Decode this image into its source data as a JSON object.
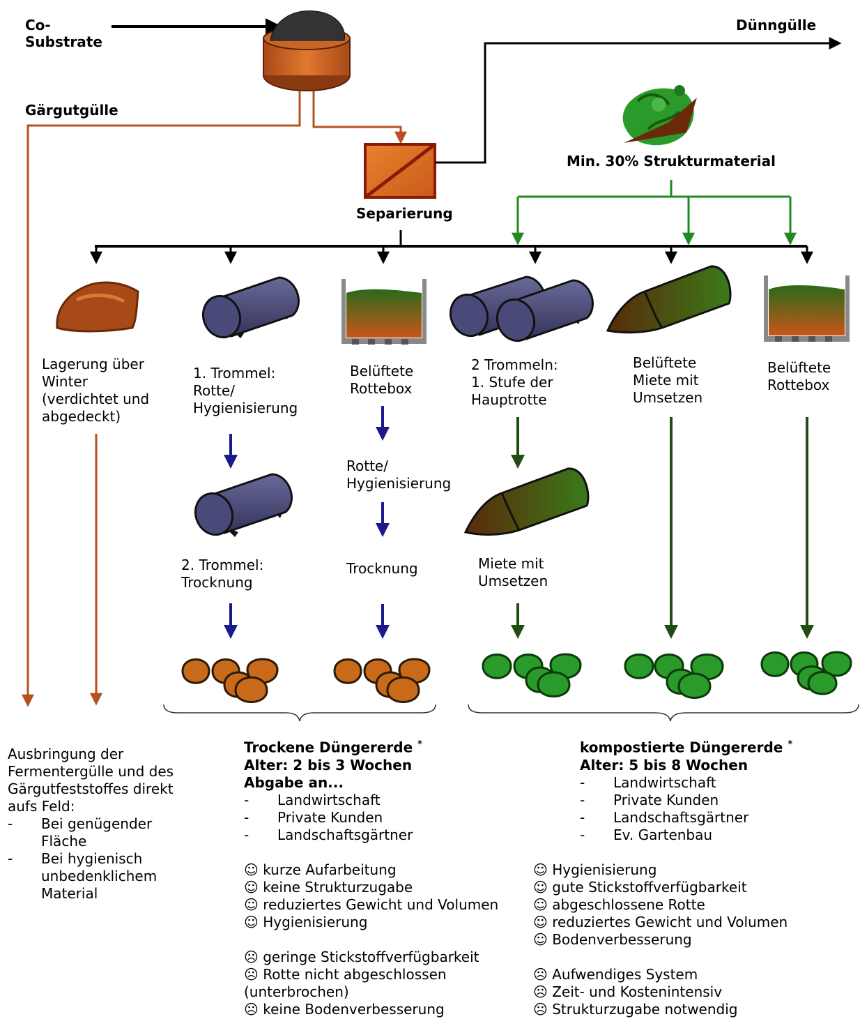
{
  "labels": {
    "co_substrate": "Co-\nSubstrate",
    "gaergutguelle": "Gärgutgülle",
    "duennguelle": "Dünngülle",
    "strukturmaterial": "Min. 30% Strukturmaterial",
    "separierung": "Separierung",
    "lagerung": "Lagerung über\nWinter\n(verdichtet und\nabgedeckt)",
    "trommel1": "1. Trommel:\nRotte/\nHygienisierung",
    "trommel2": "2. Trommel:\nTrocknung",
    "rottebox1": "Belüftete\nRottebox",
    "rotte_hyg": "Rotte/\nHygienisierung",
    "trocknung": "Trocknung",
    "zwei_trommeln": "2 Trommeln:\n1. Stufe der\nHauptrotte",
    "miete_umsetzen": "Miete mit\nUmsetzen",
    "miete_beluftet": "Belüftete\nMiete mit\nUmsetzen",
    "rottebox2": "Belüftete\nRottebox"
  },
  "ausbringung": {
    "intro": [
      "Ausbringung der",
      "Fermentergülle und des",
      "Gärgutfeststoffes direkt",
      "aufs Feld:"
    ],
    "bullets": [
      "Bei genügender Fläche",
      "Bei hygienisch unbedenklichem Material"
    ]
  },
  "trocken": {
    "title": "Trockene Düngererde",
    "star": "*",
    "alter": "Alter: 2 bis 3 Wochen",
    "abgabe": "Abgabe an...",
    "bullets": [
      "Landwirtschaft",
      "Private Kunden",
      "Landschaftsgärtner"
    ],
    "pros": [
      "☺ kurze Aufarbeitung",
      "☺ keine Strukturzugabe",
      "☺ reduziertes Gewicht und Volumen",
      "☺ Hygienisierung"
    ],
    "cons": [
      "☹ geringe Stickstoffverfügbarkeit",
      "☹ Rotte nicht abgeschlossen",
      "(unterbrochen)",
      "☹ keine Bodenverbesserung"
    ]
  },
  "kompost": {
    "title": "kompostierte Düngererde",
    "star": "*",
    "alter": "Alter: 5 bis 8 Wochen",
    "bullets": [
      "Landwirtschaft",
      "Private Kunden",
      "Landschaftsgärtner",
      "Ev. Gartenbau"
    ],
    "pros": [
      "☺ Hygienisierung",
      "☺ gute Stickstoffverfügbarkeit",
      "☺ abgeschlossene Rotte",
      "☺ reduziertes Gewicht und Volumen",
      "☺ Bodenverbesserung"
    ],
    "cons": [
      "☹ Aufwendiges System",
      "☹ Zeit- und Kostenintensiv",
      "☹ Strukturzugabe notwendig"
    ]
  },
  "colors": {
    "black_line": "#000000",
    "brown_line": "#b5501f",
    "green_line": "#1f8a1f",
    "dark_green_arrow": "#1f4d14",
    "navy_arrow": "#1a1a8c",
    "drum": "#4a4a7a",
    "bag_orange": "#c86a1a",
    "bag_green": "#2a9a2a"
  },
  "icons": {
    "bunker": "substrate-bunker-icon",
    "separator": "separator-box-icon",
    "plants": "plant-material-icon",
    "heap": "compost-heap-icon",
    "drum": "drum-icon",
    "box": "rottebox-icon",
    "miete": "windrow-icon",
    "bags": "fertilizer-bags-icon"
  }
}
